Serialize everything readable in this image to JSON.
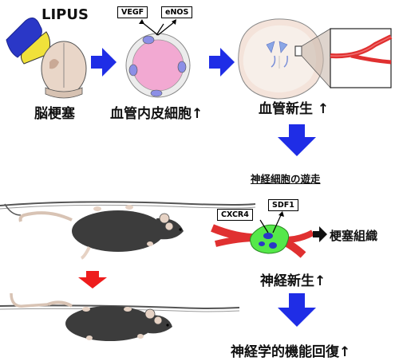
{
  "colors": {
    "arrow_blue": "#1f2de6",
    "arrow_red": "#ee1c1c",
    "lipus_blue": "#2a37c7",
    "lipus_yellow": "#f0e13a",
    "cell_pink": "#f2a9d2",
    "cell_ring": "#d9d9d9",
    "nucleus_blue": "#8c8fe6",
    "vessel_red": "#e03030",
    "neuron_green": "#55e84a",
    "mouse_body": "#3c3c3c"
  },
  "labels": {
    "lipus": "LIPUS",
    "stroke": "脳梗塞",
    "endothelial": "血管内皮細胞↑",
    "angiogenesis": "血管新生 ↑",
    "migration": "神経細胞の遊走",
    "infarct_tissue": "梗塞組織",
    "neurogenesis": "神経新生↑",
    "recovery": "神経学的機能回復↑"
  },
  "boxes": {
    "vegf": "VEGF",
    "enos": "eNOS",
    "cxcr4": "CXCR4",
    "sdf1": "SDF1"
  }
}
